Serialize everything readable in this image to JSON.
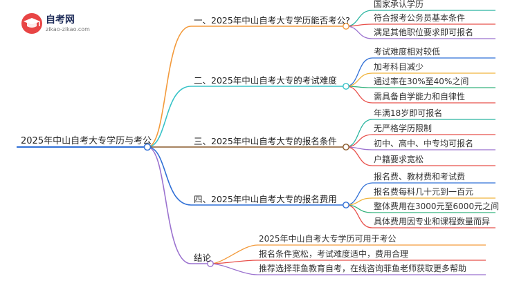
{
  "brand": {
    "name": "自考网",
    "domain": "zikao-zikao.com",
    "icon": "graduation-cap-icon",
    "color": "#e84545"
  },
  "mindmap": {
    "root": "2025年中山自考大专学历与考公",
    "branches": [
      {
        "label": "一、2025年中山自考大专学历能否考公?",
        "color": "#f39a3b",
        "children": [
          "国家承认学历",
          "符合报考公务员基本条件",
          "满足其他职位要求即可报名"
        ]
      },
      {
        "label": "二、2025年中山自考大专的考试难度",
        "color": "#38c3c8",
        "children": [
          "考试难度相对较低",
          "加考科目减少",
          "通过率在30%至40%之间",
          "需具备自学能力和自律性"
        ]
      },
      {
        "label": "三、2025年中山自考大专的报名条件",
        "color": "#8a5a2b",
        "children": [
          "年满18岁即可报名",
          "无严格学历限制",
          "初中、高中、中专均可报名",
          "户籍要求宽松"
        ]
      },
      {
        "label": "四、2025年中山自考大专的报名费用",
        "color": "#2f6fd6",
        "children": [
          "报名费、教材费和考试费",
          "报名费每科几十元到一百元",
          "整体费用在3000元至6000元之间",
          "具体费用因专业和课程数量而异"
        ]
      },
      {
        "label": "结论",
        "color": "#9b72cf",
        "children": [
          "2025年中山自考大专学历可用于考公",
          "报名条件宽松，考试难度适中，费用合理",
          "推荐选择菲鱼教育自考，在线咨询菲鱼老师获取更多帮助"
        ]
      }
    ]
  },
  "colors": {
    "root_line": "#2f6fd6",
    "child_palette": [
      "#2ab5a0",
      "#e8504b",
      "#9b72cf",
      "#f0b43c",
      "#2f6fd6",
      "#36b37e",
      "#e06d9a"
    ]
  }
}
